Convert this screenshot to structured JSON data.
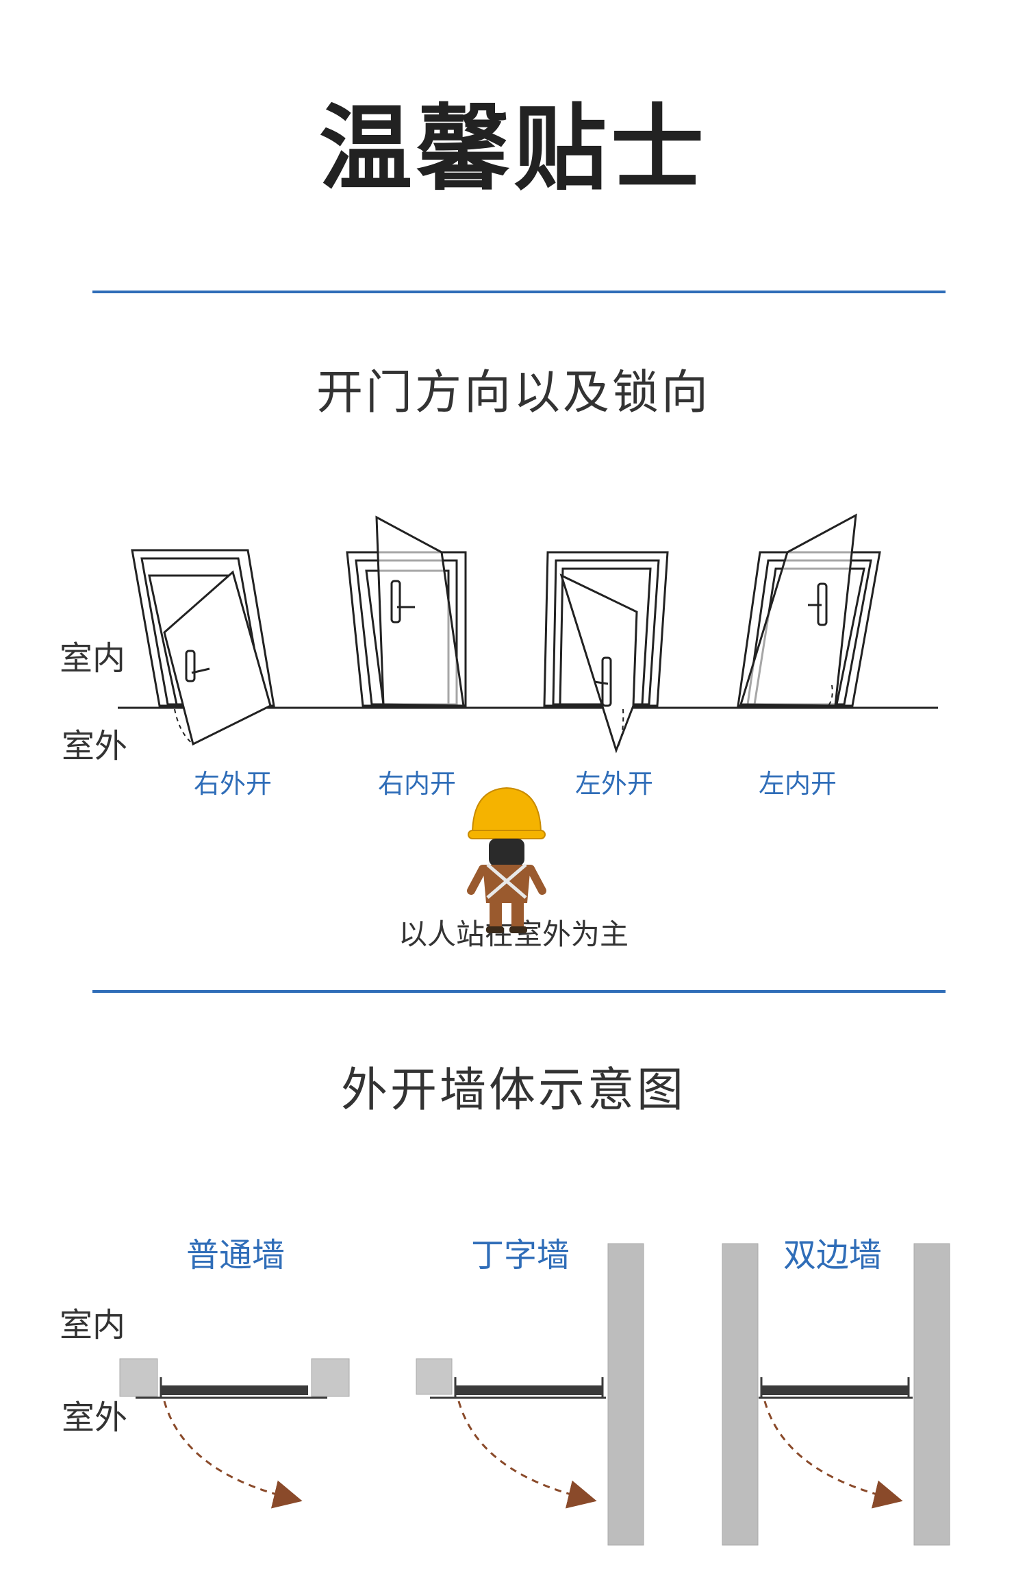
{
  "header": {
    "title": "温馨贴士"
  },
  "door_section": {
    "title": "开门方向以及锁向",
    "indoor": "室内",
    "outdoor": "室外",
    "doors": [
      {
        "label": "右外开"
      },
      {
        "label": "右内开"
      },
      {
        "label": "左外开"
      },
      {
        "label": "左内开"
      }
    ],
    "note": "以人站在室外为主"
  },
  "wall_section": {
    "title": "外开墙体示意图",
    "indoor": "室内",
    "outdoor": "室外",
    "walls": [
      {
        "label": "普通墙"
      },
      {
        "label": "丁字墙"
      },
      {
        "label": "双边墙"
      }
    ]
  },
  "colors": {
    "accent": "#2f6db8",
    "text": "#333333",
    "wall": "#c8c8c8",
    "door": "#3a3a3a",
    "arrow": "#8a4a2a",
    "helmet": "#f5b300",
    "worker_body": "#9a5a2e"
  }
}
